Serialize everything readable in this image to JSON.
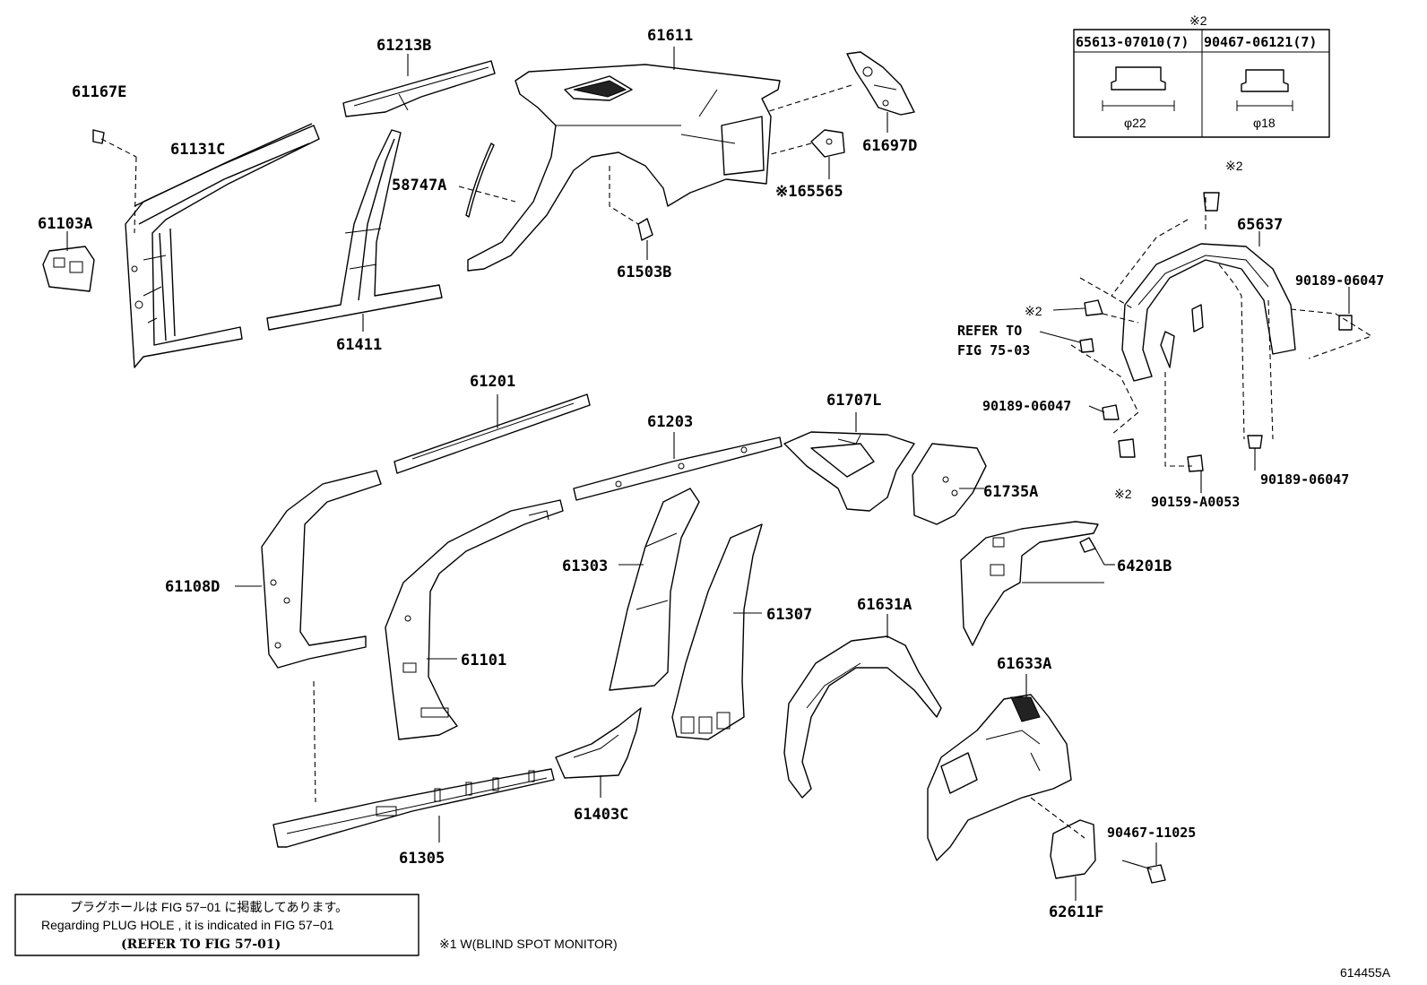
{
  "parts": {
    "p61167E": "61167E",
    "p61213B": "61213B",
    "p61611": "61611",
    "p61697D": "61697D",
    "p61131C": "61131C",
    "p58747A": "58747A",
    "p65565": "※165565",
    "p61103A": "61103A",
    "p61503B": "61503B",
    "p61411": "61411",
    "p61201": "61201",
    "p61203": "61203",
    "p61707L": "61707L",
    "p61735A": "61735A",
    "p61108D": "61108D",
    "p61303": "61303",
    "p61307": "61307",
    "p61101": "61101",
    "p61631A": "61631A",
    "p64201B": "64201B",
    "p61633A": "61633A",
    "p61403C": "61403C",
    "p61305": "61305",
    "p62611F": "62611F",
    "p65637": "65637",
    "p90189a": "90189-06047",
    "p90189b": "90189-06047",
    "p90189c": "90189-06047",
    "p90159": "90159-A0053",
    "p90467": "90467-11025",
    "mark2_top": "※2",
    "mark2_left": "※2",
    "mark2_bottom": "※2"
  },
  "refer": {
    "line1": "REFER TO",
    "line2": "FIG 75-03"
  },
  "fastener_table": {
    "mark": "※2",
    "col1_part": "65613-07010(7)",
    "col2_part": "90467-06121(7)",
    "col1_dim": "φ22",
    "col2_dim": "φ18"
  },
  "note_box": {
    "line1": "プラグホールは FIG 57−01 に掲載してあります。",
    "line2": "Regarding PLUG HOLE , it is indicated in FIG 57−01",
    "line3": "(REFER TO FIG 57-01)"
  },
  "footnote": "※1 W(BLIND SPOT MONITOR)",
  "diagram_id": "614455A"
}
